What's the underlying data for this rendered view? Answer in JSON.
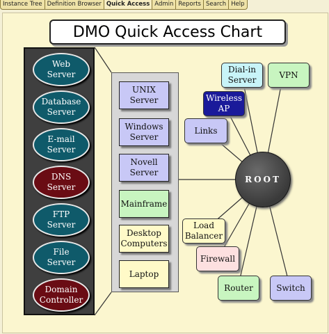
{
  "menu": {
    "tabs": [
      "Instance Tree",
      "Definition Browser",
      "Quick Access",
      "Admin",
      "Reports",
      "Search",
      "Help"
    ],
    "active": "Quick Access"
  },
  "chart": {
    "title": "DMO Quick Access Chart",
    "servers": [
      {
        "line1": "Web",
        "line2": "Server",
        "color": "teal"
      },
      {
        "line1": "Database",
        "line2": "Server",
        "color": "teal"
      },
      {
        "line1": "E-mail",
        "line2": "Server",
        "color": "teal"
      },
      {
        "line1": "DNS",
        "line2": "Server",
        "color": "maroon"
      },
      {
        "line1": "FTP",
        "line2": "Server",
        "color": "teal"
      },
      {
        "line1": "File",
        "line2": "Server",
        "color": "teal"
      },
      {
        "line1": "Domain",
        "line2": "Controller",
        "color": "maroon"
      }
    ],
    "platforms": [
      {
        "line1": "UNIX",
        "line2": "Server",
        "color": "blue"
      },
      {
        "line1": "Windows",
        "line2": "Server",
        "color": "blue"
      },
      {
        "line1": "Novell",
        "line2": "Server",
        "color": "blue"
      },
      {
        "line1": "Mainframe",
        "line2": "",
        "color": "green"
      },
      {
        "line1": "Desktop",
        "line2": "Computers",
        "color": "yellow"
      },
      {
        "line1": "Laptop",
        "line2": "",
        "color": "yellow"
      }
    ],
    "root_label": "ROOT",
    "network": {
      "links": "Links",
      "wireless_ap": [
        "Wireless",
        "AP"
      ],
      "dialin": [
        "Dial-in",
        "Server"
      ],
      "vpn": "VPN",
      "load_balancer": [
        "Load",
        "Balancer"
      ],
      "firewall": "Firewall",
      "router": "Router",
      "switch": "Switch"
    },
    "colors": {
      "teal": "#0f5a6a",
      "maroon": "#6a0c14",
      "blue_box": "#c8c8f6",
      "green_box": "#c8f5c0",
      "yellow_box": "#fffac8",
      "cyan_box": "#c8f4f8",
      "navy_box": "#1a1a9a",
      "pink_box": "#fde0e0"
    }
  }
}
